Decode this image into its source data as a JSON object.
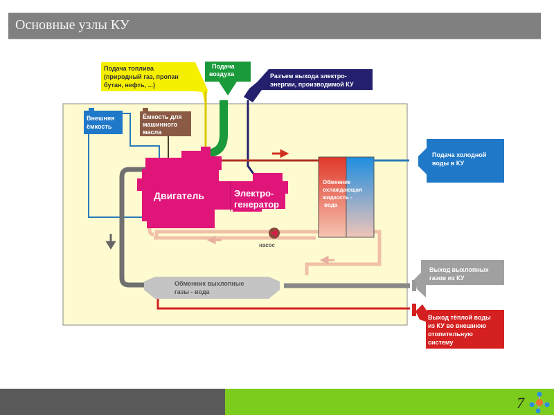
{
  "slide": {
    "title": "Основные узлы КУ",
    "page_number": "7"
  },
  "diagram": {
    "inputs": {
      "fuel": {
        "line1": "Подача топлива",
        "line2": "(природный газ, пропан",
        "line3": "бутан, нефть, ...)",
        "color": "#f5f000"
      },
      "air": {
        "line1": "Подача",
        "line2": "воздуха",
        "color": "#1a9a3a"
      },
      "power": {
        "line1": "Разъем выхода электро-",
        "line2": "энергии, производимой КУ",
        "color": "#24206e"
      }
    },
    "tanks": {
      "external": {
        "line1": "Внешняя",
        "line2": "ёмкость",
        "color": "#1f78c8"
      },
      "oil": {
        "line1": "Ёмкость для",
        "line2": "машинного",
        "line3": "масла",
        "color": "#8a5a44"
      }
    },
    "components": {
      "engine": {
        "label": "Двигатель",
        "color": "#e0157a"
      },
      "generator": {
        "line1": "Электро-",
        "line2": "генератор",
        "color": "#e0157a"
      },
      "pump": {
        "label": "насос"
      },
      "coolant_exchanger": {
        "line1": "Обменник",
        "line2": "охлаждающая",
        "line3": "жидкость -",
        "line4": "вода"
      },
      "exhaust_exchanger": {
        "line1": "Обменник выхлопные",
        "line2": "газы - вода"
      }
    },
    "outputs": {
      "cold_water_in": {
        "line1": "Подача холодной",
        "line2": "воды в КУ",
        "color": "#1f78c8"
      },
      "exhaust_out": {
        "line1": "Выход выхлопных",
        "line2": "газов из КУ",
        "color": "#a0a0a0"
      },
      "hot_water_out": {
        "line1": "Выход тёплой воды",
        "line2": "из КУ во внешнюю",
        "line3": "отопительную",
        "line4": "систему",
        "color": "#d42020"
      }
    },
    "colors": {
      "background": "#fffbd0",
      "exhaust_pipe": "#707070",
      "hot_pipe": "#b03020",
      "coolant_pipe": "#f0c0a8",
      "water_pipe": "#2a7ab8"
    }
  }
}
